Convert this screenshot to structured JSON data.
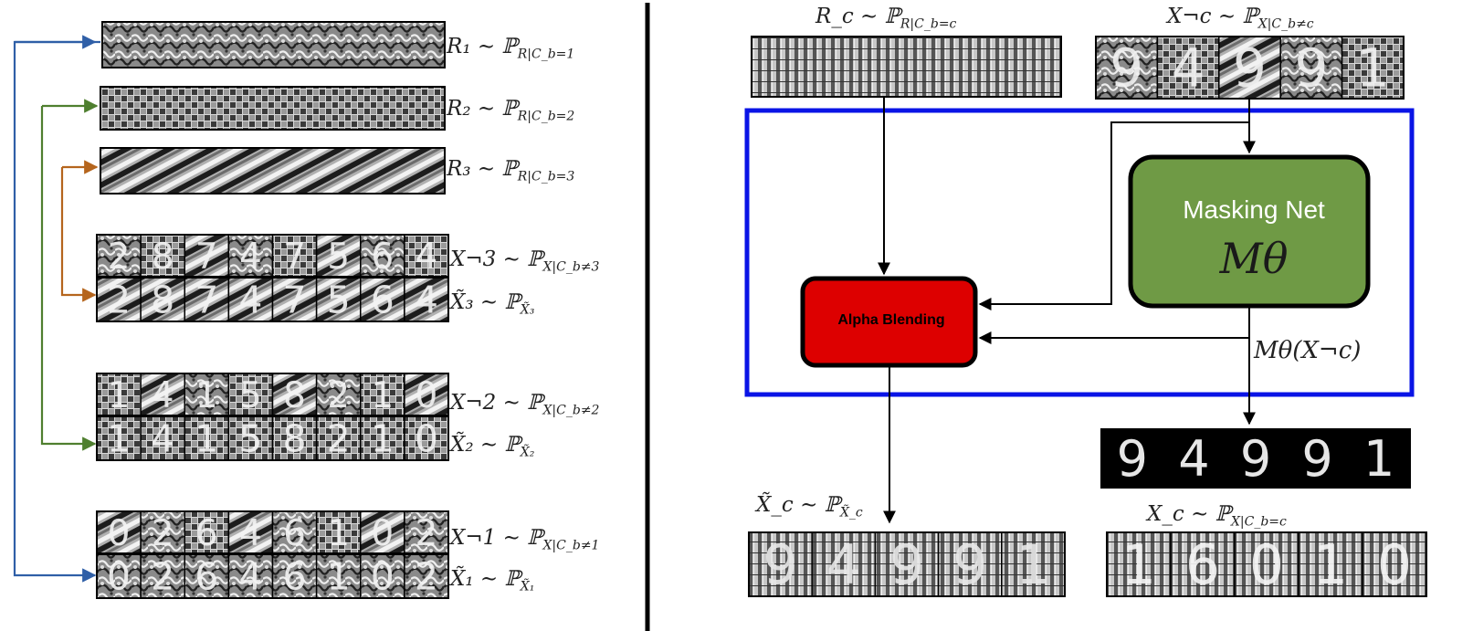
{
  "left_panel": {
    "texture_labels": [
      {
        "main": "R₁ ∼ ℙ",
        "sub": "R|C_b=1"
      },
      {
        "main": "R₂ ∼ ℙ",
        "sub": "R|C_b=2"
      },
      {
        "main": "R₃ ∼ ℙ",
        "sub": "R|C_b=3"
      }
    ],
    "groups": [
      {
        "top_main": "X¬3 ∼ ℙ",
        "top_sub": "X|C_b≠3",
        "bottom_main": "X̃₃ ∼ ℙ",
        "bottom_sub": "X̃₃",
        "digits_top": [
          "2",
          "8",
          "7",
          "4",
          "7",
          "5",
          "6",
          "4"
        ],
        "digits_bottom": [
          "2",
          "8",
          "7",
          "4",
          "7",
          "5",
          "6",
          "4"
        ]
      },
      {
        "top_main": "X¬2 ∼ ℙ",
        "top_sub": "X|C_b≠2",
        "bottom_main": "X̃₂ ∼ ℙ",
        "bottom_sub": "X̃₂",
        "digits_top": [
          "1",
          "4",
          "1",
          "5",
          "8",
          "2",
          "1",
          "0"
        ],
        "digits_bottom": [
          "1",
          "4",
          "1",
          "5",
          "8",
          "2",
          "1",
          "0"
        ]
      },
      {
        "top_main": "X¬1 ∼ ℙ",
        "top_sub": "X|C_b≠1",
        "bottom_main": "X̃₁ ∼ ℙ",
        "bottom_sub": "X̃₁",
        "digits_top": [
          "0",
          "2",
          "6",
          "4",
          "6",
          "1",
          "0",
          "2"
        ],
        "digits_bottom": [
          "0",
          "2",
          "6",
          "4",
          "6",
          "1",
          "0",
          "2"
        ]
      }
    ],
    "arrow_colors": [
      "#2f5fa7",
      "#4f7f2f",
      "#b5651d"
    ]
  },
  "right_panel": {
    "top_left_label": {
      "main": "R_c ∼ ℙ",
      "sub": "R|C_b=c"
    },
    "top_right_label": {
      "main": "X¬c ∼ ℙ",
      "sub": "X|C_b≠c"
    },
    "masking_net": {
      "title": "Masking Net",
      "symbol": "Mθ"
    },
    "alpha_blending": {
      "title": "Alpha Blending"
    },
    "mask_output_label": "Mθ(X¬c)",
    "bottom_left_label": {
      "main": "X̃_c ∼ ℙ",
      "sub": "X̃_c"
    },
    "bottom_right_label": {
      "main": "X_c ∼ ℙ",
      "sub": "X|C_b=c"
    },
    "input_digits": [
      "9",
      "4",
      "9",
      "9",
      "1"
    ],
    "mask_digits": [
      "9",
      "4",
      "9",
      "9",
      "1"
    ],
    "blended_digits": [
      "9",
      "4",
      "9",
      "9",
      "1"
    ],
    "class_digits": [
      "1",
      "6",
      "0",
      "1",
      "0"
    ],
    "colors": {
      "frame": "#0a14e6",
      "masking_net": "#6f9a45",
      "alpha_blending": "#dd0000"
    }
  }
}
